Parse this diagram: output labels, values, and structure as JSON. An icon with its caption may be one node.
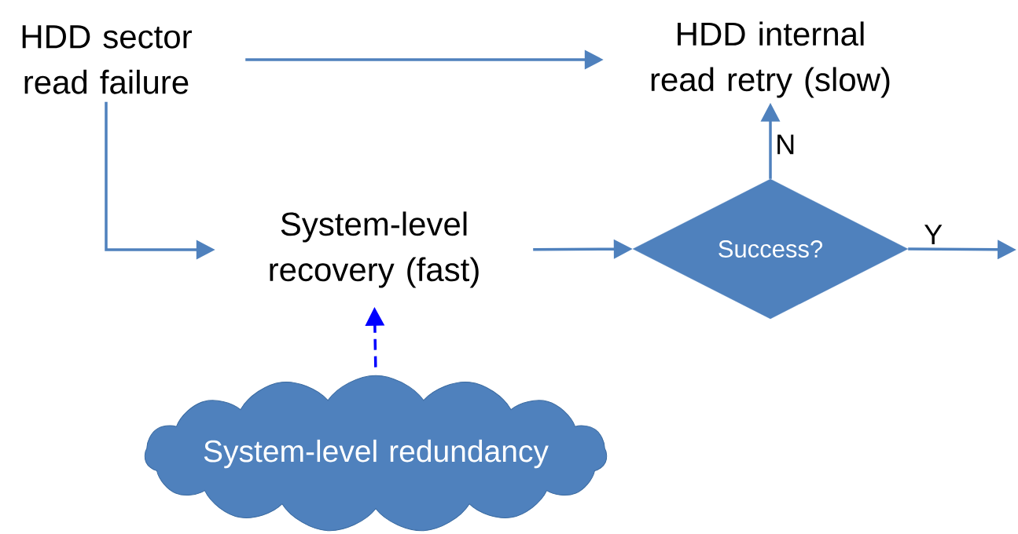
{
  "diagram": {
    "nodes": [
      {
        "text": [
          "HDD sector read failure"
        ]
      },
      {
        "text": [
          "HDD internal read retry (slow)"
        ]
      },
      {
        "text": [
          "System-level recovery (fast)"
        ]
      },
      {
        "text": [
          "Success?"
        ]
      },
      {
        "text": [
          "System-level redundancy"
        ]
      }
    ],
    "edges": [
      {
        "from": 0,
        "to": 1,
        "arrow": "to"
      },
      {
        "from": 0,
        "to": 2,
        "arrow": "to"
      },
      {
        "from": 2,
        "to": 3,
        "arrow": "to"
      },
      {
        "from": 3,
        "to": 1,
        "arrow": "to",
        "label": "N"
      },
      {
        "from": 3,
        "to": null,
        "arrow": "to",
        "label": "Y"
      },
      {
        "from": 4,
        "to": 2,
        "arrow": "to",
        "style": "dashed",
        "color": "#0000ff"
      }
    ]
  }
}
